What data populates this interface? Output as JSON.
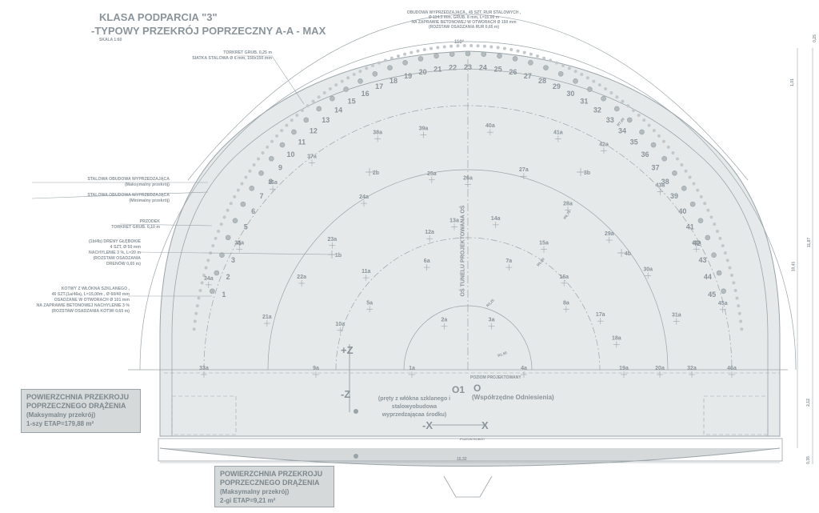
{
  "title": {
    "line1": "KLASA PODPARCIA  \"3\"",
    "line2": "-TYPOWY PRZEKRÓJ POPRZECZNY A-A - MAX",
    "scale": "SKALA 1:60"
  },
  "top_note": {
    "l1": "OBUDOWA WYPRZEDZAJĄCA , 45 SZT. RUR STALOWYCH ,",
    "l2": "Ø 114.3 mm, GRUB. 8 mm, L=15.00 m",
    "l3": "NA ZAPRAWIE BETONOWEJ W OTWORACH Ø 150 mm",
    "l4": "(ROZSTAW OSADZANIA RUR 0,65 m)"
  },
  "angle_label": "110°",
  "torkret_note": {
    "l1": "TORKRET GRUB. 0,25 m",
    "l2": "SIATKA STALOWA  Ø 6 mm, 150x150 mm"
  },
  "left_labels": {
    "a1": "STALOWA OBUDOWA WYPRZEDZAJĄCA",
    "a2": "(Maksymalny przekrój)",
    "b1": "STALOWA OBUDOWA WYPRZEDZAJĄCA",
    "b2": "(Minimalny przekrój)",
    "c1": "PRZODEK",
    "c2": "TORKRET GRUB. 0,10 m",
    "d1": "(1b/4b) DRENY GŁĘBOKIE",
    "d2": "4 SZT, Ø 50 mm",
    "d3": "NACHYLENIE 3 %, L=20 m",
    "d4": "(ROZSTAW OSADZANIA",
    "d5": "DRENÓW  0,65 m)",
    "e1": "KOTWY Z WŁÓKNA SZKLANEGO ,",
    "e2": "46 SZT.(1a/46a), L=15,00m , Ø 60/40 mm",
    "e3": "OSADZANE W OTWORACH Ø 101 mm",
    "e4": "NA ZAPRAWIE BETONOWEJ NACHYLENIE 3 %",
    "e5": "(ROZSTAW OSADZANIA KOTWI 0,65 m)"
  },
  "axis_text": "OŚ TUNELU PROJEKTOWANA OŚ",
  "axis_labels": {
    "plus_z": "+Z",
    "minus_z": "-Z",
    "minus_x": "-X",
    "x": "X",
    "o1": "O1",
    "o": "O",
    "poziom_proj": "POZIOM PROJEKTOWANY",
    "wsp": "(Współrzędne Odniesienia)",
    "prety1": "(pręty z włókna szklanego i",
    "prety2": "stalowyobudowa",
    "prety3": "wyprzedzającaa środku)",
    "poziom_robot": "POZIOM ROBÓT"
  },
  "dimensions": {
    "d1": "0,25",
    "d2": "1,01",
    "d3": "10,41",
    "d4": "11,87",
    "d5": "2,12",
    "d6": "0,35",
    "width": "15,32",
    "r1": "R1,50",
    "r2": "R3,25",
    "r3": "R5,00",
    "r4": "R6,75",
    "r5": "R7,00"
  },
  "box1": {
    "l1": "POWIERZCHNIA PRZEKROJU",
    "l2": "POPRZECZNEGO DRĄŻENIA",
    "l3": "(Maksymalny przekrój)",
    "l4": "1-szy ETAP=179,88 m²"
  },
  "box2": {
    "l1": "POWIERZCHNIA PRZEKROJU",
    "l2": "POPRZECZNEGO DRĄŻENIA",
    "l3": "(Maksymalny przekrój)",
    "l4": "2-gi ETAP=9,21 m²"
  },
  "pipe_numbers": [
    "1",
    "2",
    "3",
    "4",
    "5",
    "6",
    "7",
    "8",
    "9",
    "10",
    "11",
    "12",
    "13",
    "14",
    "15",
    "16",
    "17",
    "18",
    "19",
    "20",
    "21",
    "22",
    "23",
    "24",
    "25",
    "26",
    "27",
    "28",
    "29",
    "30",
    "31",
    "32",
    "33",
    "34",
    "35",
    "36",
    "37",
    "38",
    "39",
    "40",
    "41",
    "42",
    "43",
    "44",
    "45"
  ],
  "anchor_labels": [
    "1a",
    "2a",
    "3a",
    "4a",
    "5a",
    "6a",
    "7a",
    "8a",
    "9a",
    "10a",
    "11a",
    "12a",
    "13a",
    "14a",
    "15a",
    "16a",
    "17a",
    "18a",
    "19a",
    "20a",
    "21a",
    "22a",
    "23a",
    "24a",
    "25a",
    "26a",
    "27a",
    "28a",
    "29a",
    "30a",
    "31a",
    "32a",
    "33a",
    "34a",
    "35a",
    "36a",
    "37a",
    "38a",
    "39a",
    "40a",
    "41a",
    "42a",
    "43a",
    "44a",
    "45a",
    "46a"
  ],
  "drain_labels": [
    "1b",
    "2b",
    "3b",
    "4b"
  ],
  "colors": {
    "line": "#9aa4a8",
    "fill": "#e6e9ea",
    "text": "#8a949a",
    "pipe": "#b3bbbe"
  }
}
